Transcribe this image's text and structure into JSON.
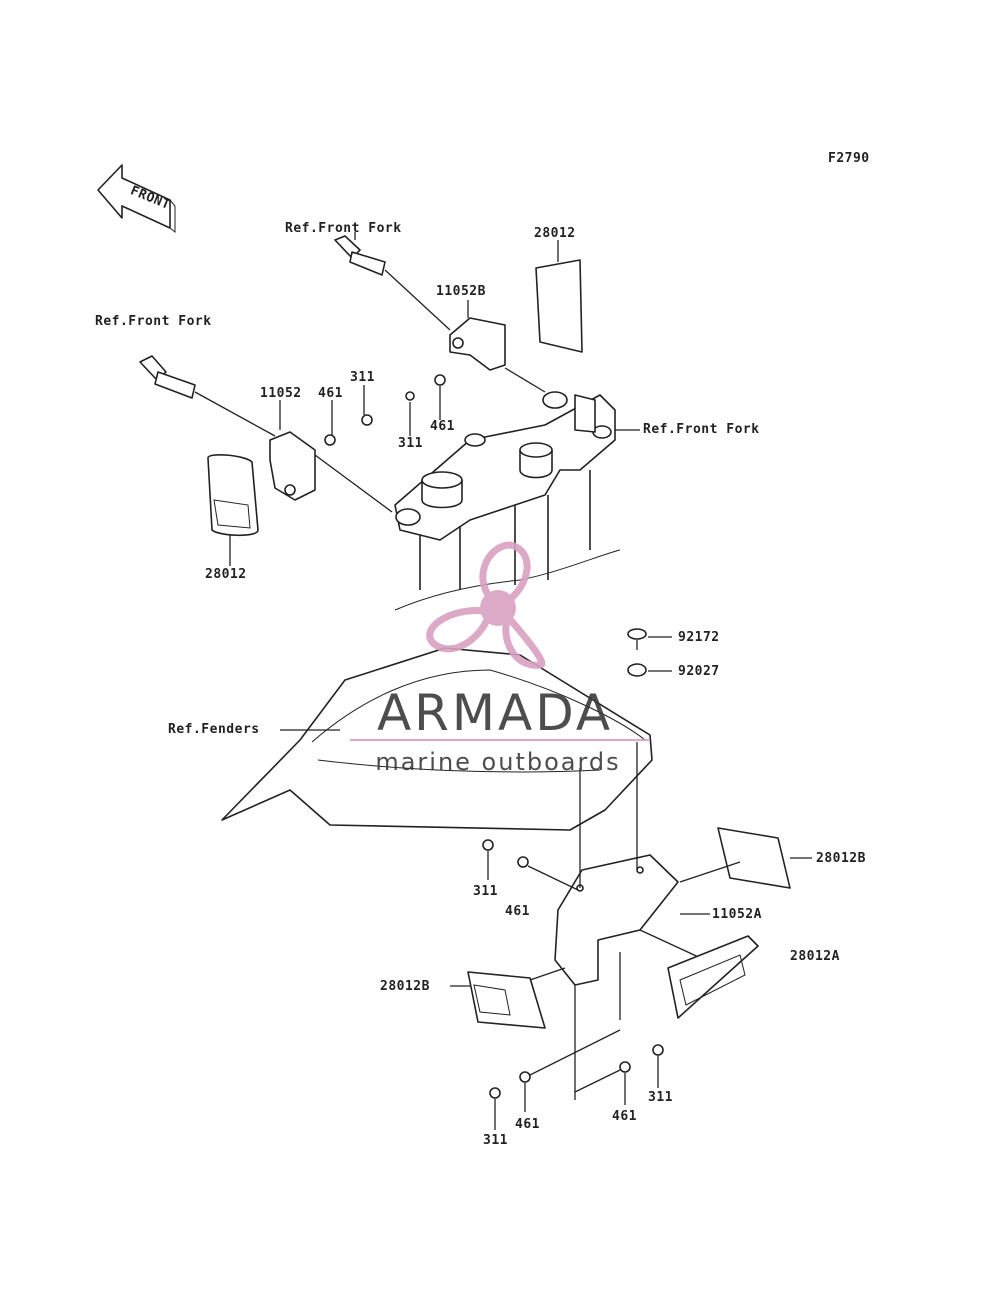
{
  "figure_code": "F2790",
  "front_arrow_text": "FRONT",
  "labels": {
    "ref_front_fork_top": "Ref.Front Fork",
    "ref_front_fork_left": "Ref.Front Fork",
    "ref_front_fork_right": "Ref.Front Fork",
    "ref_fenders": "Ref.Fenders",
    "p28012_top": "28012",
    "p11052b": "11052B",
    "p11052": "11052",
    "p461_left": "461",
    "p311_left": "311",
    "p311_mid": "311",
    "p461_mid": "461",
    "p28012_left": "28012",
    "p92172": "92172",
    "p92027": "92027",
    "p28012b_right": "28012B",
    "p11052a": "11052A",
    "p28012a": "28012A",
    "p28012b_left": "28012B",
    "p311_a": "311",
    "p461_a": "461",
    "p311_b": "311",
    "p461_b": "461",
    "p461_c": "461",
    "p311_c": "311"
  },
  "watermark": {
    "brand": "ARMADA",
    "tagline": "marine outboards",
    "logo_color": "#d9a0c0"
  }
}
